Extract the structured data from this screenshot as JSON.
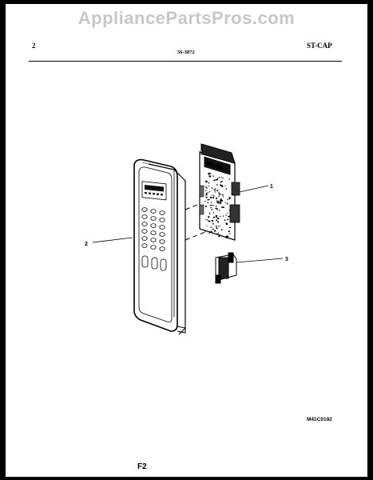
{
  "watermark": "AppliancePartsPros.com",
  "header": {
    "left": "2",
    "center": "56-3872",
    "right": "ST-CAP"
  },
  "callouts": {
    "board": "1",
    "panel": "2",
    "switch": "3"
  },
  "display_segments": "88:88",
  "figure_code": "M41C0192",
  "page_code": "F2"
}
